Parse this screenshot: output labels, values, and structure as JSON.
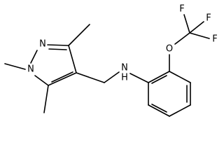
{
  "molecule": {
    "atoms": {
      "n_amine": "N",
      "h_amine": "H",
      "o_ether": "O",
      "f1": "F",
      "f2": "F",
      "f3": "F",
      "n1_pyrazole": "N",
      "n2_pyrazole": "N"
    }
  }
}
